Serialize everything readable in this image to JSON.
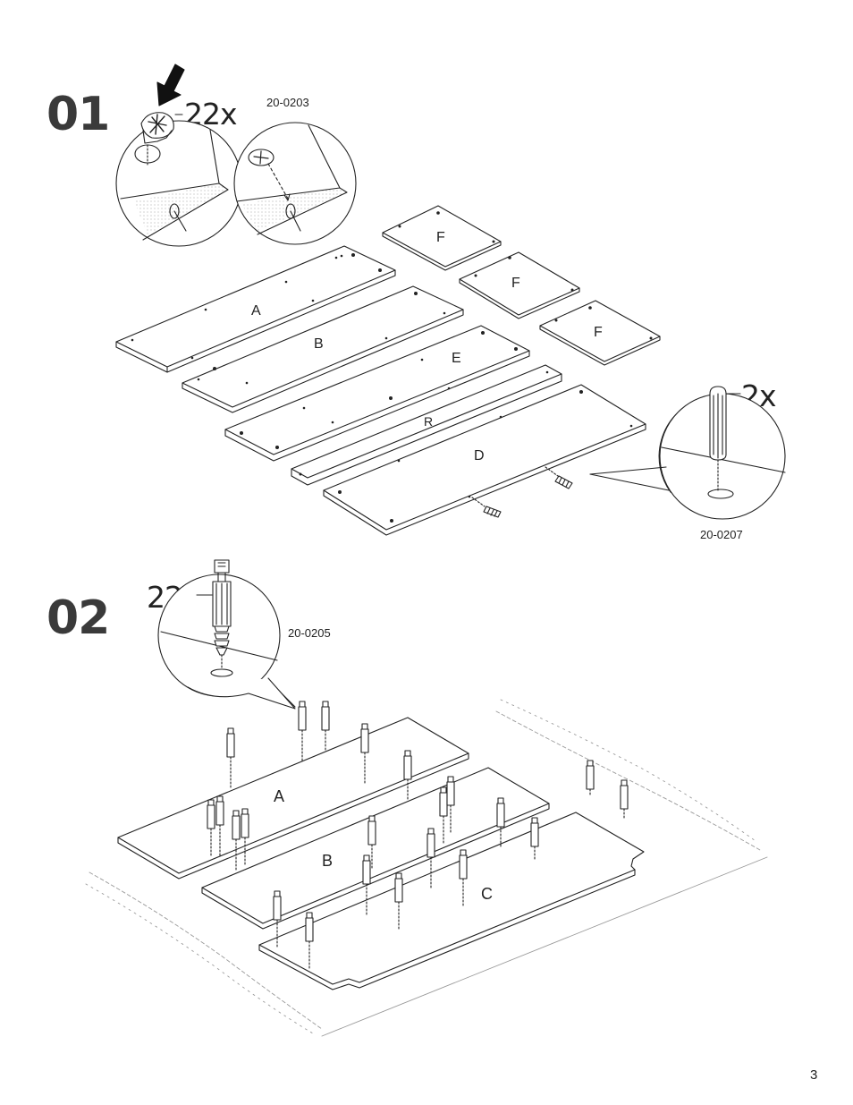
{
  "steps": [
    {
      "number": "01",
      "callouts": [
        {
          "quantity": "22x",
          "code": "20-0203",
          "icon": "cam-lock-icon"
        },
        {
          "quantity": "2x",
          "code": "20-0207",
          "icon": "wooden-dowel-icon"
        }
      ],
      "panels": {
        "a": "A",
        "b": "B",
        "e": "E",
        "r": "R",
        "d": "D",
        "f": "F"
      }
    },
    {
      "number": "02",
      "callouts": [
        {
          "quantity": "22x",
          "code": "20-0205",
          "icon": "cam-bolt-icon"
        }
      ],
      "panels": {
        "a": "A",
        "b": "B",
        "c": "C"
      }
    }
  ],
  "page_number": "3",
  "colors": {
    "line": "#222222",
    "step_number": "#3a3a3a",
    "background": "#ffffff"
  }
}
